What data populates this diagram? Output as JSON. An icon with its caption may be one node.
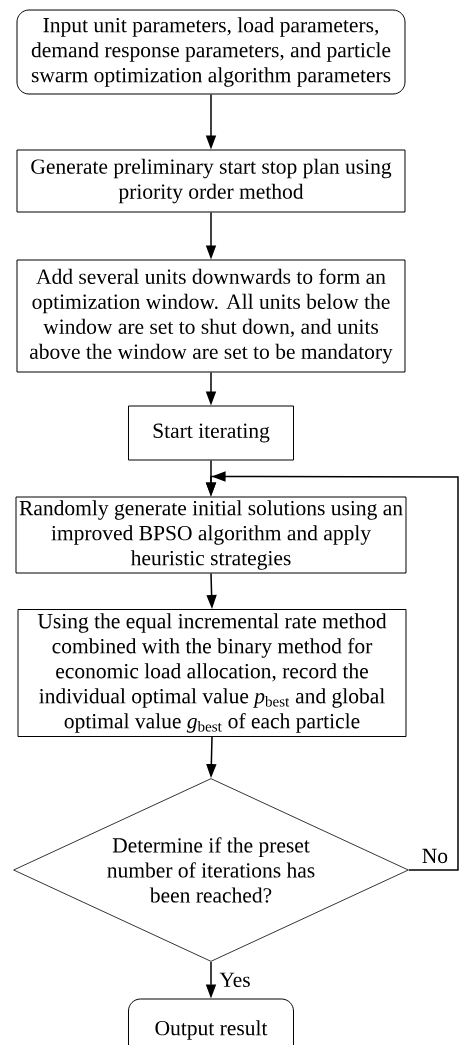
{
  "diagram": {
    "nodes": [
      {
        "text": [
          "Input unit parameters, load parameters, demand response parameters, and particle swarm optimization algorithm parameters"
        ]
      },
      {
        "text": [
          "Generate preliminary start stop plan using priority order method"
        ]
      },
      {
        "text": [
          "Add several units downwards to form an optimization window. All units below the window are set to shut down, and units above the window are set to be mandatory"
        ]
      },
      {
        "text": [
          "Start iterating"
        ]
      },
      {
        "text": [
          "Randomly generate initial solutions using an improved BPSO algorithm and apply heuristic strategies"
        ]
      },
      {
        "text": [
          "Using the equal incremental rate method combined with the binary method for economic load allocation, record the individual optimal value *p*$_{best}$ and global optimal value *g*$_{best}$ of each particle"
        ]
      },
      {
        "text": [
          "Determine if the preset number of iterations has been reached?"
        ]
      },
      {
        "text": [
          "Output result"
        ]
      }
    ],
    "edges": [
      {
        "from": 0,
        "to": 1,
        "arrow": "to"
      },
      {
        "from": 1,
        "to": 2,
        "arrow": "to"
      },
      {
        "from": 2,
        "to": 3,
        "arrow": "to"
      },
      {
        "from": 3,
        "to": 4,
        "arrow": "to"
      },
      {
        "from": 4,
        "to": 5,
        "arrow": "to"
      },
      {
        "from": 5,
        "to": 6,
        "arrow": "to"
      },
      {
        "from": 6,
        "to": 7,
        "arrow": "to",
        "label": "Yes"
      },
      {
        "from": 6,
        "to": 4,
        "arrow": "to",
        "label": "No"
      }
    ]
  }
}
